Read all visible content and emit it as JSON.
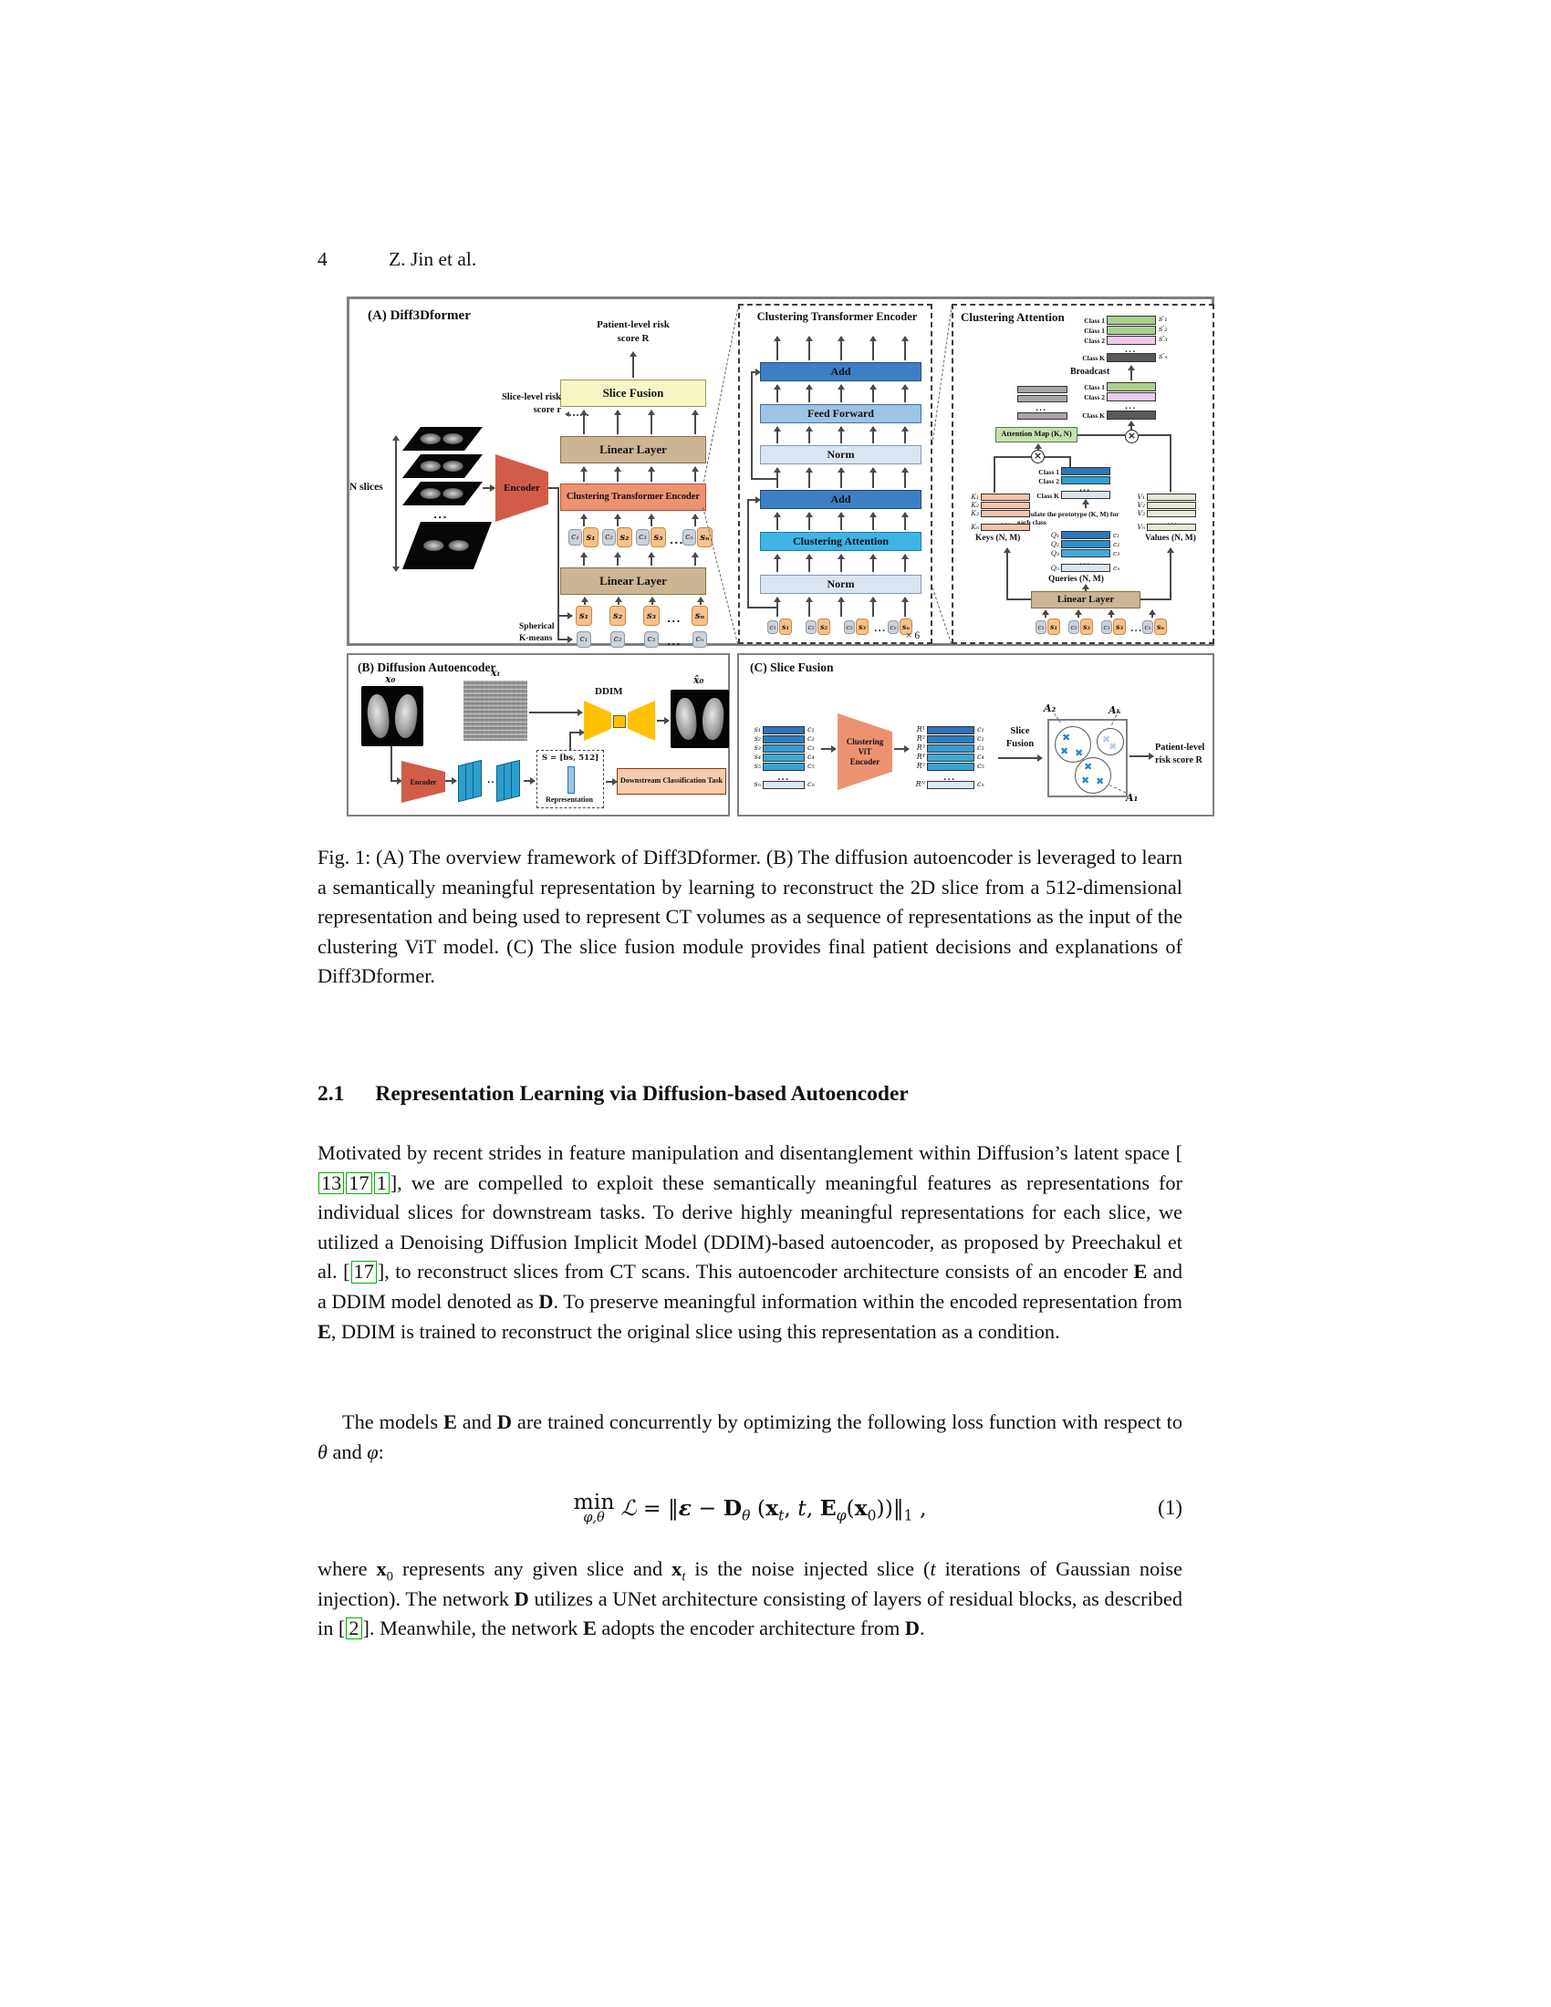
{
  "page": {
    "number": "4",
    "running_head": "Z. Jin et al."
  },
  "figure": {
    "dots": "...",
    "otimes": "×",
    "token_pairs": [
      {
        "c": "c₁",
        "s": "s₁"
      },
      {
        "c": "c₂",
        "s": "s₂"
      },
      {
        "c": "c₃",
        "s": "s₃"
      },
      {
        "c": "cₙ",
        "s": "sₙ"
      }
    ],
    "panel_a": {
      "label": "(A) Diff3Dformer",
      "n_slices_label": "N slices",
      "encoder_label": "Encoder",
      "patient_risk_line1": "Patient-level risk",
      "patient_risk_line2": "score R",
      "slice_fusion_label": "Slice Fusion",
      "slice_risk_line1": "Slice-level risk",
      "slice_risk_line2": "score r",
      "linear_layer_top": "Linear Layer",
      "cte_box_label": "Clustering Transformer Encoder",
      "linear_layer_bottom": "Linear Layer",
      "kmeans_line1": "Spherical",
      "kmeans_line2": "K-means",
      "s_tokens": [
        "s₁",
        "s₂",
        "s₃",
        "sₙ"
      ],
      "c_tokens": [
        "c₁",
        "c₂",
        "c₃",
        "cₙ"
      ]
    },
    "cte_panel": {
      "title": "Clustering Transformer Encoder",
      "add1": "Add",
      "feed_forward": "Feed Forward",
      "norm1": "Norm",
      "add2": "Add",
      "clustering_attention": "Clustering Attention",
      "norm2": "Norm",
      "multiplier": "× 6"
    },
    "ca_panel": {
      "title": "Clustering Attention",
      "out_rows": [
        {
          "label": "Class 1",
          "tag": "s′₁"
        },
        {
          "label": "Class 1",
          "tag": "s′₂"
        },
        {
          "label": "Class 2",
          "tag": "s′₃"
        },
        {
          "label": "Class K",
          "tag": "s′ₙ"
        }
      ],
      "broadcast_label": "Broadcast",
      "mid_rows": [
        {
          "label": "Class 1"
        },
        {
          "label": "Class 2"
        },
        {
          "label": "Class K"
        }
      ],
      "attention_map_label": "Attention Map (K, N)",
      "proto_rows": [
        "Class 1",
        "Class 2",
        "Class K"
      ],
      "proto_note_line1": "Calculate the prototype (K, M) for",
      "proto_note_line2": "each class",
      "keys_row_labels": [
        "K₁",
        "K₂",
        "K₃",
        "Kₙ"
      ],
      "keys_caption": "Keys (N, M)",
      "values_row_labels": [
        "V₁",
        "V₂",
        "V₃",
        "Vₙ"
      ],
      "values_caption": "Values (N, M)",
      "queries_row_labels": [
        "Q₁",
        "Q₂",
        "Q₃",
        "Qₙ"
      ],
      "queries_side_labels": [
        "c₁",
        "c₂",
        "c₃",
        "cₙ"
      ],
      "queries_caption": "Queries (N, M)",
      "linear_layer": "Linear Layer"
    },
    "panel_b": {
      "label": "(B) Diffusion Autoencoder",
      "x0_label": "x₀",
      "xt_label": "xₜ",
      "xhat_label": "x̂₀",
      "encoder_label": "Encoder",
      "ddim_label": "DDIM",
      "s_box_title": "S = [bs, 512]",
      "representation_label": "Representation",
      "downstream_label": "Downstream Classification Task"
    },
    "panel_c": {
      "label": "(C) Slice Fusion",
      "in_row_labels": [
        "s₁",
        "s₂",
        "s₃",
        "s₄",
        "s₅"
      ],
      "in_row_last": "sₙ",
      "in_side_labels": [
        "c₁",
        "c₂",
        "c₃",
        "c₄",
        "c₅"
      ],
      "in_side_last": "cₙ",
      "vit_line1": "Clustering",
      "vit_line2": "ViT",
      "vit_line3": "Encoder",
      "out_row_labels": [
        "R¹",
        "R²",
        "R³",
        "R⁴",
        "R⁵"
      ],
      "out_row_last": "Rᴺ",
      "out_side_labels": [
        "c₁",
        "c₂",
        "c₃",
        "c₄",
        "c₅"
      ],
      "out_side_last": "cₙ",
      "slice_fusion_line1": "Slice",
      "slice_fusion_line2": "Fusion",
      "cluster_a2": "A₂",
      "cluster_ak": "Aₖ",
      "cluster_a1": "A₁",
      "result_line1": "Patient-level",
      "result_line2": "risk score R"
    }
  },
  "caption": "Fig. 1: (A) The overview framework of Diff3Dformer. (B) The diffusion autoencoder is leveraged to learn a semantically meaningful representation by learning to reconstruct the 2D slice from a 512-dimensional representation and being used to represent CT volumes as a sequence of representations as the input of the clustering ViT model. (C) The slice fusion module provides final patient decisions and explanations of Diff3Dformer.",
  "section": {
    "number": "2.1",
    "title": "Representation Learning via Diffusion-based Autoencoder"
  },
  "para1": [
    {
      "t": "Motivated by recent strides in feature manipulation and disentanglement within Diffusion’s latent space ["
    },
    {
      "t": "13",
      "cite": true
    },
    {
      "t": "17",
      "cite": true
    },
    {
      "t": "1",
      "cite": true
    },
    {
      "t": "], we are compelled to exploit these semantically meaningful features as representations for individual slices for downstream tasks. To derive highly meaningful representations for each slice, we utilized a Denoising Diffusion Implicit Model (DDIM)-based autoencoder, as proposed by Preechakul et al. ["
    },
    {
      "t": "17",
      "cite": true
    },
    {
      "t": "], to reconstruct slices from CT scans. This autoencoder architecture consists of an encoder "
    },
    {
      "t": "E",
      "b": true
    },
    {
      "t": " and a DDIM model denoted as "
    },
    {
      "t": "D",
      "b": true
    },
    {
      "t": ". To preserve meaningful information within the encoded representation from "
    },
    {
      "t": "E",
      "b": true
    },
    {
      "t": ", DDIM is trained to reconstruct the original slice using this representation as a condition."
    }
  ],
  "para2": [
    {
      "t": "The models "
    },
    {
      "t": "E",
      "b": true
    },
    {
      "t": " and "
    },
    {
      "t": "D",
      "b": true
    },
    {
      "t": " are trained concurrently by optimizing the following loss function with respect to "
    },
    {
      "t": "θ",
      "i": true
    },
    {
      "t": " and "
    },
    {
      "t": "φ",
      "i": true
    },
    {
      "t": ":"
    }
  ],
  "equation": {
    "min": "min",
    "min_sub": "φ,θ",
    "number": "(1)",
    "body": [
      {
        "t": "ℒ ",
        "i": true
      },
      {
        "t": "= ‖"
      },
      {
        "t": "ε",
        "b": true,
        "i": true
      },
      {
        "t": " − "
      },
      {
        "t": "D",
        "b": true
      },
      {
        "t": "θ",
        "sub": true,
        "i": true
      },
      {
        "t": " ("
      },
      {
        "t": "x",
        "b": true
      },
      {
        "t": "t",
        "sub": true,
        "i": true
      },
      {
        "t": ", "
      },
      {
        "t": "t",
        "i": true
      },
      {
        "t": ", "
      },
      {
        "t": "E",
        "b": true
      },
      {
        "t": "φ",
        "sub": true,
        "i": true
      },
      {
        "t": "("
      },
      {
        "t": "x",
        "b": true
      },
      {
        "t": "0",
        "sub": true
      },
      {
        "t": "))‖"
      },
      {
        "t": "1",
        "sub": true
      },
      {
        "t": " ,"
      }
    ]
  },
  "para3": [
    {
      "t": "where "
    },
    {
      "t": "x",
      "b": true
    },
    {
      "t": "0",
      "sub": true
    },
    {
      "t": " represents any given slice and "
    },
    {
      "t": "x",
      "b": true
    },
    {
      "t": "t",
      "sub": true,
      "i": true
    },
    {
      "t": " is the noise injected slice ("
    },
    {
      "t": "t",
      "i": true
    },
    {
      "t": " iterations of Gaussian noise injection). The network "
    },
    {
      "t": "D",
      "b": true
    },
    {
      "t": " utilizes a UNet architecture consisting of layers of residual blocks, as described in ["
    },
    {
      "t": "2",
      "cite": true
    },
    {
      "t": "]. Meanwhile, the network "
    },
    {
      "t": "E",
      "b": true
    },
    {
      "t": " adopts the encoder architecture from "
    },
    {
      "t": "D",
      "b": true
    },
    {
      "t": "."
    }
  ]
}
